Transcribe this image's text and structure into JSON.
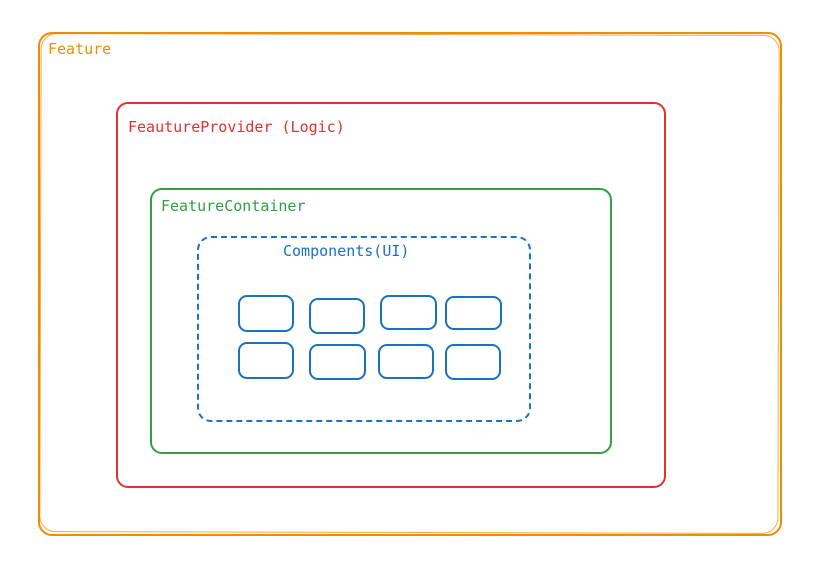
{
  "diagram": {
    "feature": {
      "label": "Feature",
      "color": "#f08c00"
    },
    "provider": {
      "label": "FeautureProvider (Logic)",
      "color": "#e03131"
    },
    "container": {
      "label": "FeatureContainer",
      "color": "#2f9e44"
    },
    "components": {
      "label": "Components(UI)",
      "color": "#1971c2",
      "item_count": 8
    }
  }
}
